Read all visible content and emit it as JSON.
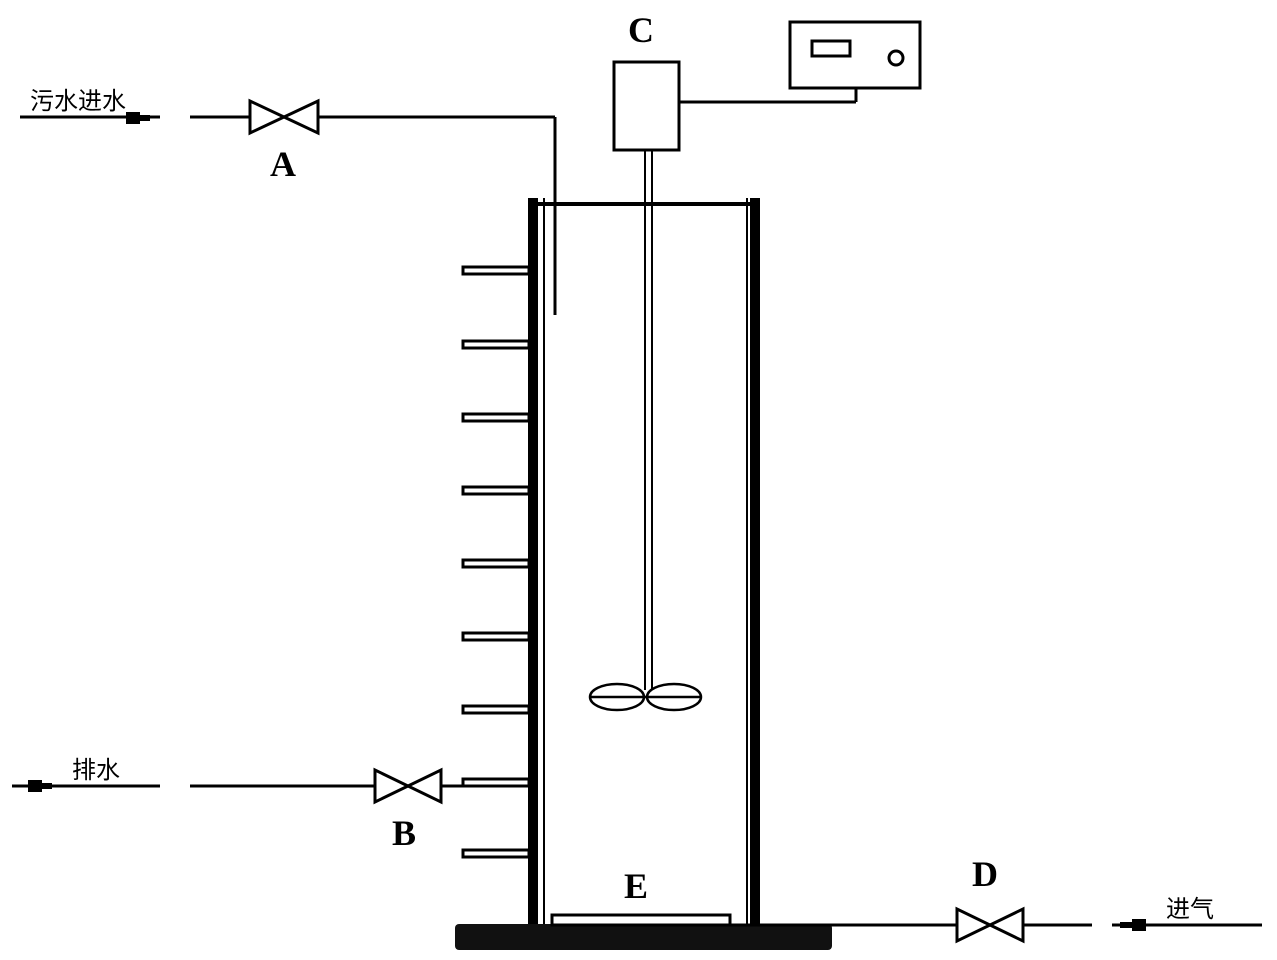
{
  "labels": {
    "sewage_inlet": "污水进水",
    "drain": "排水",
    "air_inlet": "进气",
    "valve_a": "A",
    "valve_b": "B",
    "motor_c": "C",
    "valve_d": "D",
    "aerator_e": "E"
  },
  "colors": {
    "line": "#000000",
    "background": "#ffffff"
  }
}
